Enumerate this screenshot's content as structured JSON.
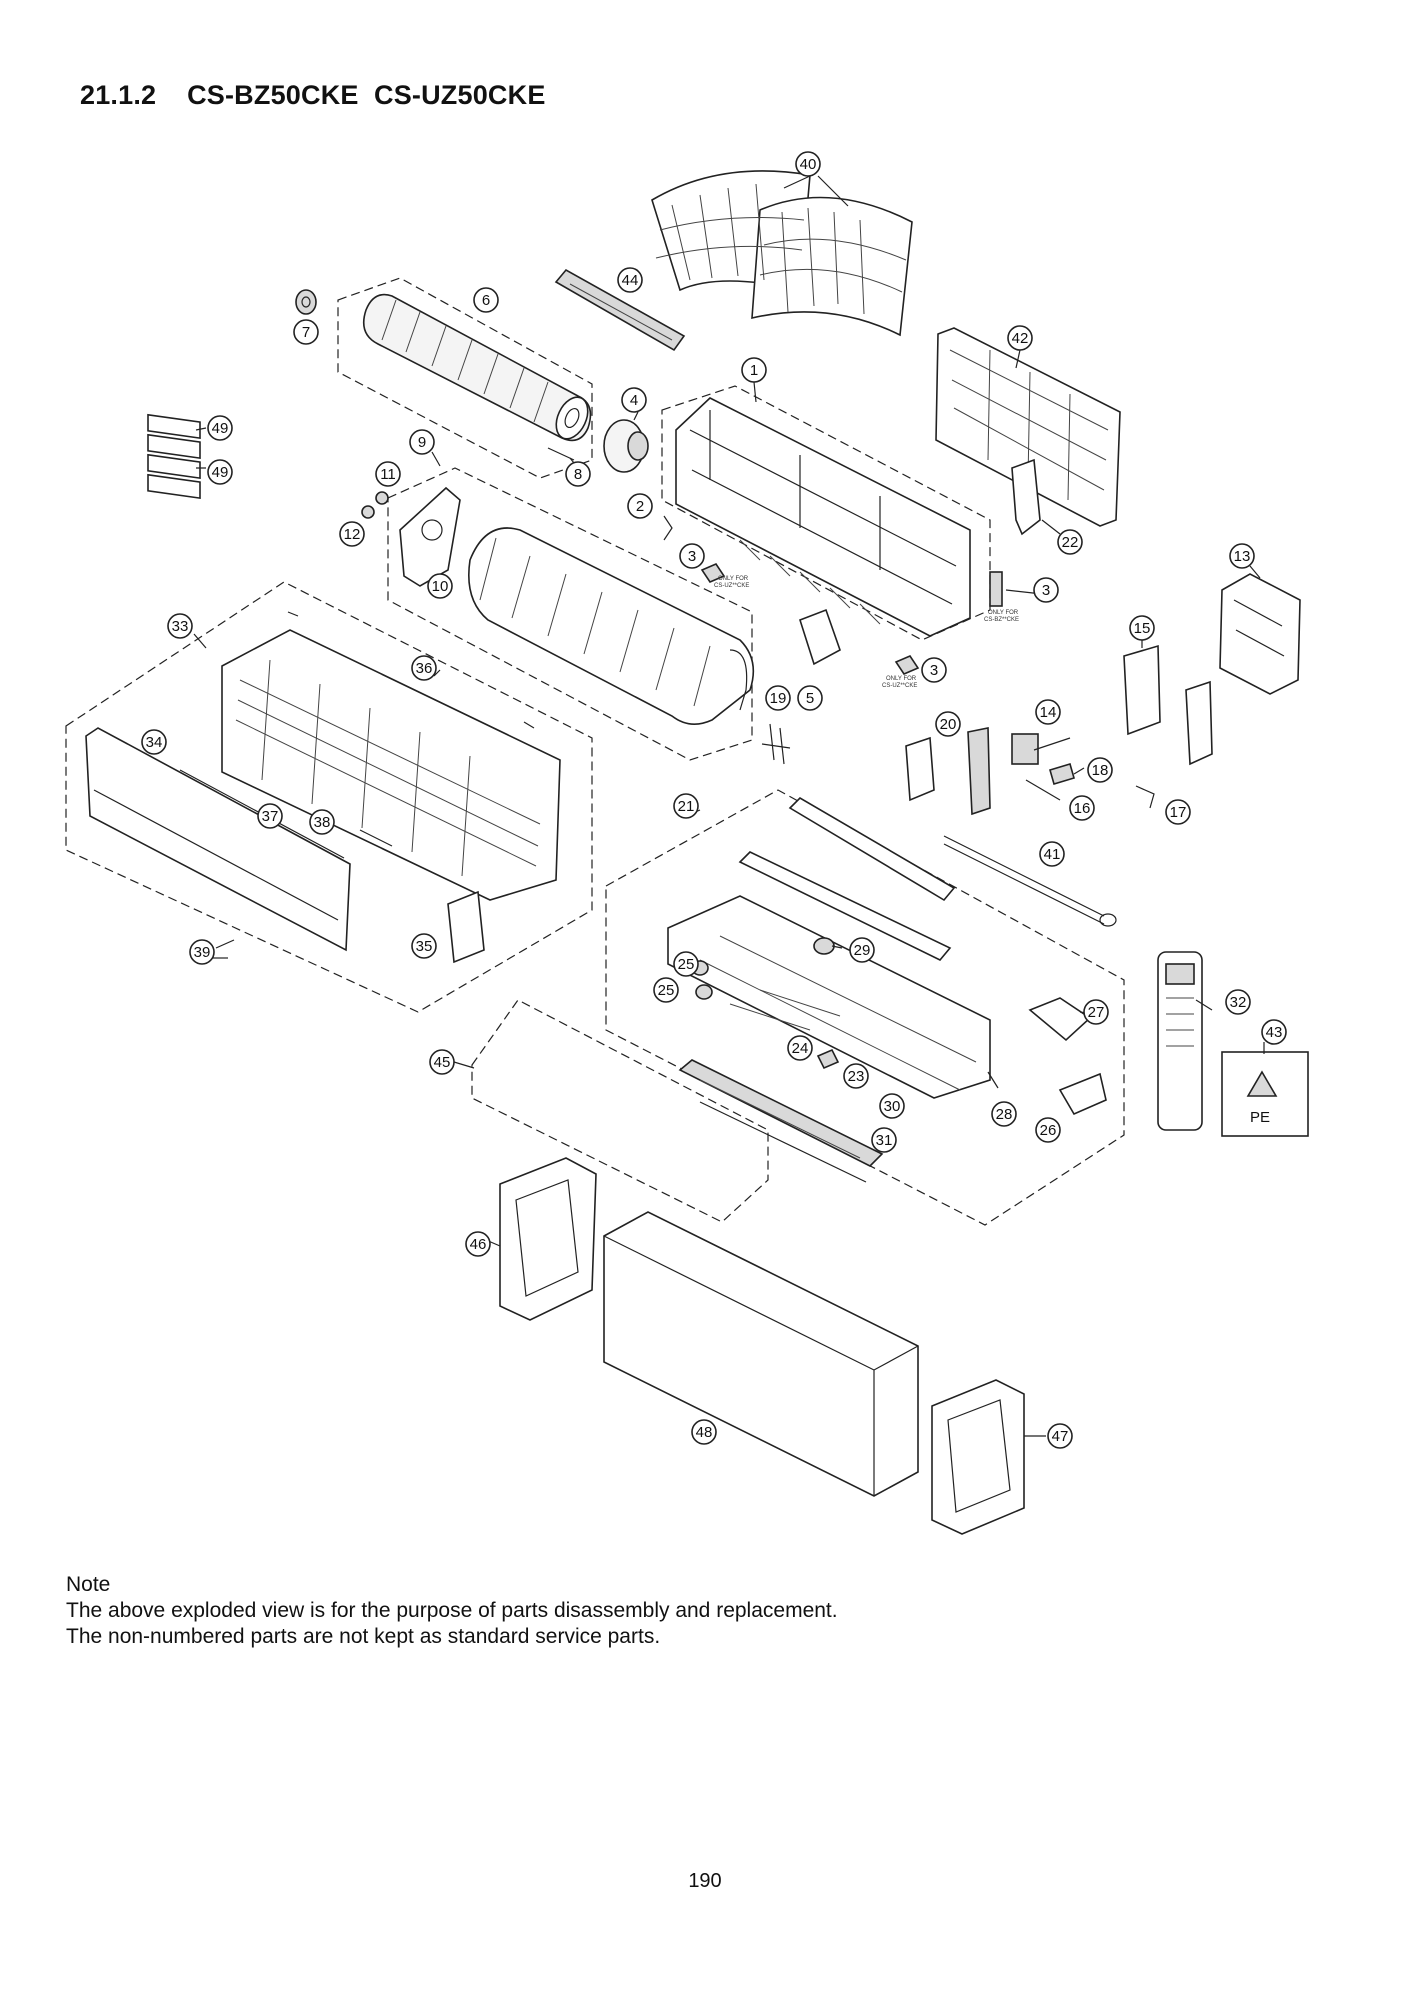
{
  "header": {
    "title": "21.1.2    CS-BZ50CKE  CS-UZ50CKE"
  },
  "callouts": [
    {
      "id": "c40",
      "label": "40"
    },
    {
      "id": "c44",
      "label": "44"
    },
    {
      "id": "c6",
      "label": "6"
    },
    {
      "id": "c7",
      "label": "7"
    },
    {
      "id": "c42",
      "label": "42"
    },
    {
      "id": "c1",
      "label": "1"
    },
    {
      "id": "c4",
      "label": "4"
    },
    {
      "id": "c49a",
      "label": "49"
    },
    {
      "id": "c49b",
      "label": "49"
    },
    {
      "id": "c9",
      "label": "9"
    },
    {
      "id": "c11",
      "label": "11"
    },
    {
      "id": "c8",
      "label": "8"
    },
    {
      "id": "c2",
      "label": "2"
    },
    {
      "id": "c12",
      "label": "12"
    },
    {
      "id": "c22",
      "label": "22"
    },
    {
      "id": "c3a",
      "label": "3"
    },
    {
      "id": "c13",
      "label": "13"
    },
    {
      "id": "c10",
      "label": "10"
    },
    {
      "id": "c3b",
      "label": "3"
    },
    {
      "id": "c33",
      "label": "33"
    },
    {
      "id": "c15",
      "label": "15"
    },
    {
      "id": "c36",
      "label": "36"
    },
    {
      "id": "c3c",
      "label": "3"
    },
    {
      "id": "c19",
      "label": "19"
    },
    {
      "id": "c5",
      "label": "5"
    },
    {
      "id": "c14",
      "label": "14"
    },
    {
      "id": "c20",
      "label": "20"
    },
    {
      "id": "c34",
      "label": "34"
    },
    {
      "id": "c18",
      "label": "18"
    },
    {
      "id": "c16",
      "label": "16"
    },
    {
      "id": "c17",
      "label": "17"
    },
    {
      "id": "c21",
      "label": "21"
    },
    {
      "id": "c37",
      "label": "37"
    },
    {
      "id": "c38",
      "label": "38"
    },
    {
      "id": "c41",
      "label": "41"
    },
    {
      "id": "c35",
      "label": "35"
    },
    {
      "id": "c29",
      "label": "29"
    },
    {
      "id": "c39",
      "label": "39"
    },
    {
      "id": "c25a",
      "label": "25"
    },
    {
      "id": "c25b",
      "label": "25"
    },
    {
      "id": "c32",
      "label": "32"
    },
    {
      "id": "c27",
      "label": "27"
    },
    {
      "id": "c43",
      "label": "43"
    },
    {
      "id": "c24",
      "label": "24"
    },
    {
      "id": "c45",
      "label": "45"
    },
    {
      "id": "c23",
      "label": "23"
    },
    {
      "id": "c30",
      "label": "30"
    },
    {
      "id": "c28",
      "label": "28"
    },
    {
      "id": "c26",
      "label": "26"
    },
    {
      "id": "c31",
      "label": "31"
    },
    {
      "id": "c46",
      "label": "46"
    },
    {
      "id": "c48",
      "label": "48"
    },
    {
      "id": "c47",
      "label": "47"
    }
  ],
  "tags": {
    "only_for_uz_1": "ONLY FOR",
    "only_for_uz_2": "CS-UZ**CKE",
    "only_for_bz_1": "ONLY FOR",
    "only_for_bz_2": "CS-BZ**CKE",
    "only_for_uz2_1": "ONLY FOR",
    "only_for_uz2_2": "CS-UZ**CKE",
    "pe_mark": "PE"
  },
  "note": {
    "heading": "Note",
    "line1": "The above exploded view is for the purpose of parts disassembly and replacement.",
    "line2": "The non-numbered parts are not kept as standard service parts."
  },
  "footer": {
    "page_number": "190"
  }
}
